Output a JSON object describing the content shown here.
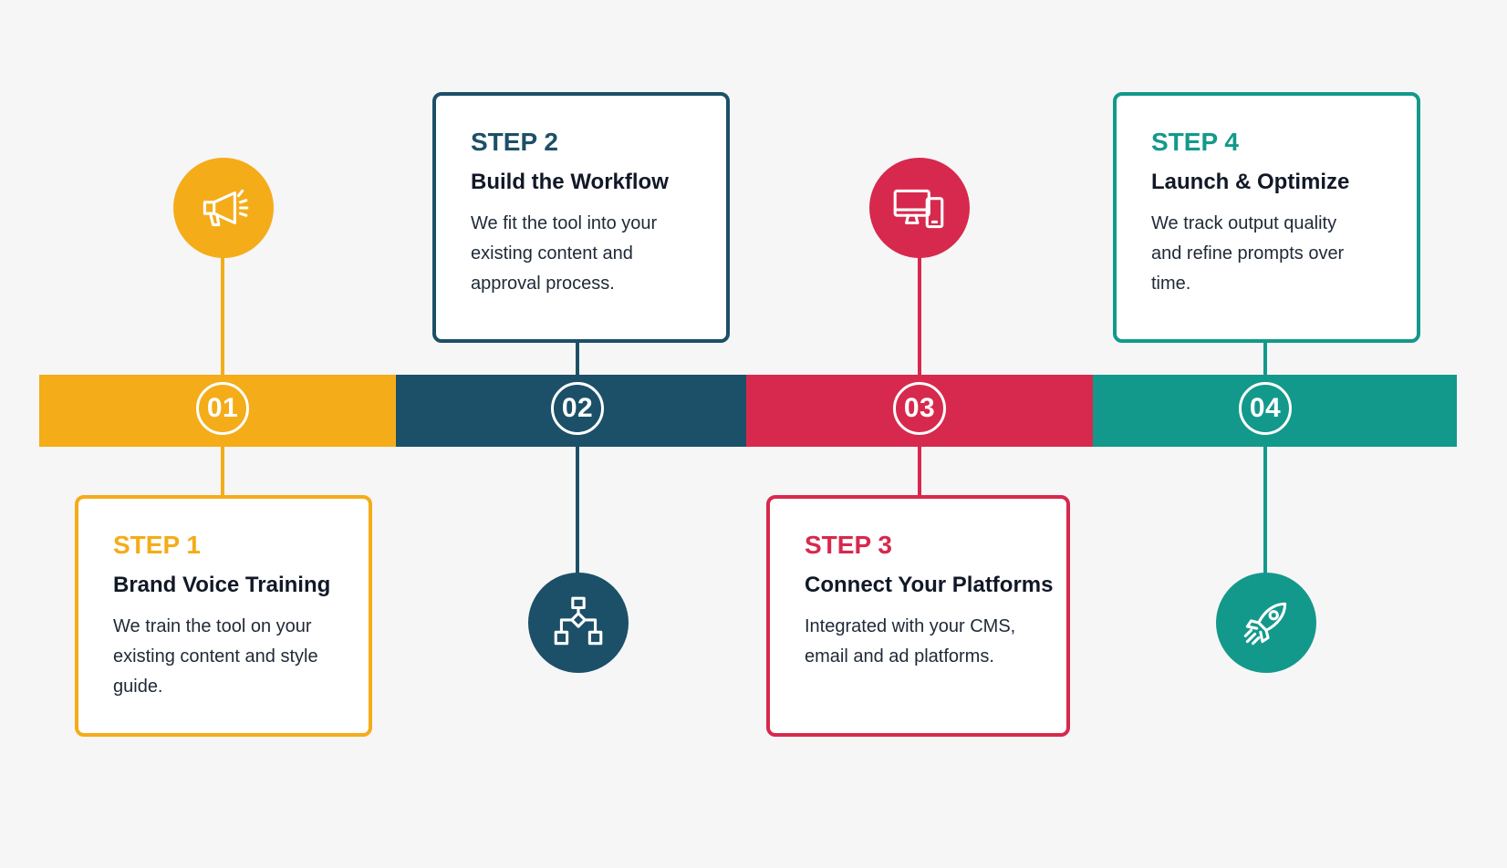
{
  "colors": {
    "step1": "#f4ac19",
    "step2": "#1c5068",
    "step3": "#d7294d",
    "step4": "#13998b",
    "background": "#f6f6f6"
  },
  "steps": [
    {
      "badge": "01",
      "label": "STEP 1",
      "title": "Brand Voice Training",
      "description": "We train the tool on your existing content and style guide.",
      "icon": "megaphone-icon"
    },
    {
      "badge": "02",
      "label": "STEP 2",
      "title": "Build the Workflow",
      "description": "We fit the tool into your existing content and approval process.",
      "icon": "workflow-icon"
    },
    {
      "badge": "03",
      "label": "STEP 3",
      "title": "Connect Your Platforms",
      "description": "Integrated with your CMS, email and ad platforms.",
      "icon": "devices-icon"
    },
    {
      "badge": "04",
      "label": "STEP 4",
      "title": "Launch & Optimize",
      "description": "We track output quality and refine prompts over time.",
      "icon": "rocket-icon"
    }
  ]
}
